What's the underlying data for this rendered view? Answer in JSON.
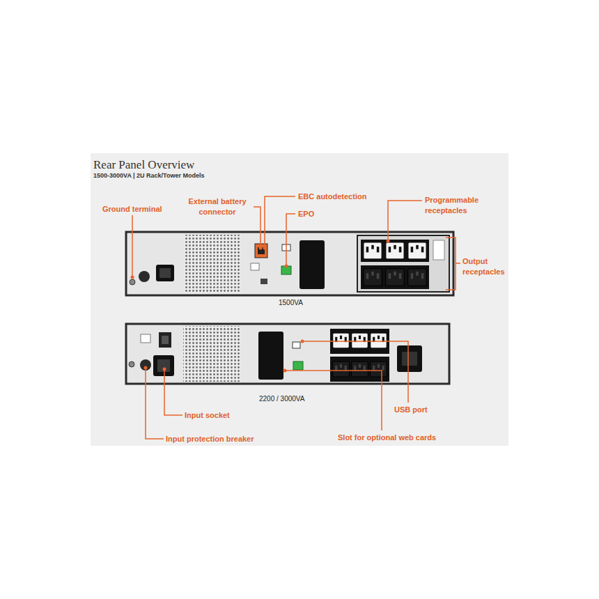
{
  "diagram": {
    "title": "Rear Panel Overview",
    "labels": [
      "1500-3000VA | 2U Rack/Tower Models",
      "Ground terminal",
      "External battery connector",
      "EBC autodetection",
      "EPO",
      "Programmable receptacles",
      "Output receptacles",
      "1500VA",
      "2200 / 3000VA",
      "Input socket",
      "Input protection breaker",
      "USB port",
      "Slot for optional web cards"
    ]
  }
}
